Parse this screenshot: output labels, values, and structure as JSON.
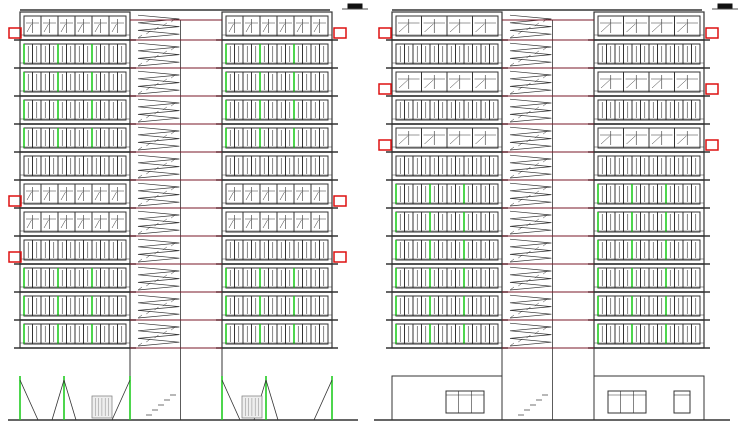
{
  "drawing": {
    "kind": "architectural-elevation",
    "view_count": 2,
    "views": [
      {
        "name": "left-elevation",
        "floors": 12,
        "stair_core": "center",
        "ground_floor_features": [
          "pilotis-braces",
          "gates"
        ]
      },
      {
        "name": "right-elevation",
        "floors": 12,
        "stair_core": "center",
        "ground_floor_features": [
          "windows",
          "doors"
        ]
      }
    ],
    "colors": {
      "background": "#ffffff",
      "lines": "#333333",
      "floor_lines": "#7a1a2a",
      "green_mullions": "#22cc22",
      "red_ac_boxes": "#dd1111",
      "roof_marker": "#111111"
    }
  }
}
